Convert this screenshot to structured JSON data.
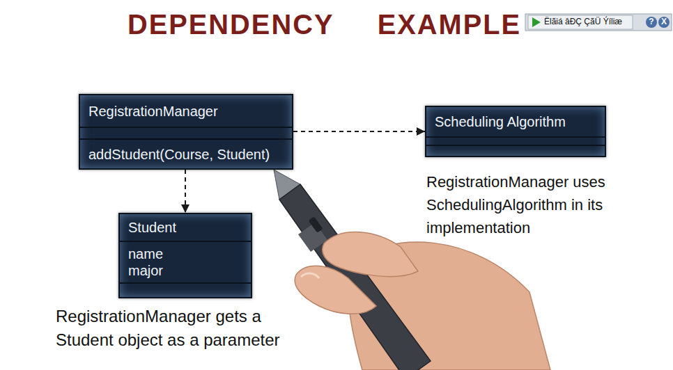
{
  "diagram": {
    "title": "DEPENDENCY EXAMPLE",
    "nodes": [
      {
        "text": [
          "RegistrationManager",
          "addStudent(Course, Student)"
        ]
      },
      {
        "text": [
          "Scheduling Algorithm"
        ]
      },
      {
        "text": [
          "Student",
          "name",
          "major"
        ]
      }
    ],
    "edges": [
      {
        "from": 0,
        "to": 1,
        "arrow": "to"
      },
      {
        "from": 0,
        "to": 2,
        "arrow": "to"
      }
    ],
    "labels": [
      "Ëlãiá âÐÇ ÇãÜ Ýíliæ",
      "?",
      "X",
      "RegistrationManager uses SchedulingAlgorithm in its implementation",
      "RegistrationManager gets a Student object as a parameter"
    ]
  }
}
